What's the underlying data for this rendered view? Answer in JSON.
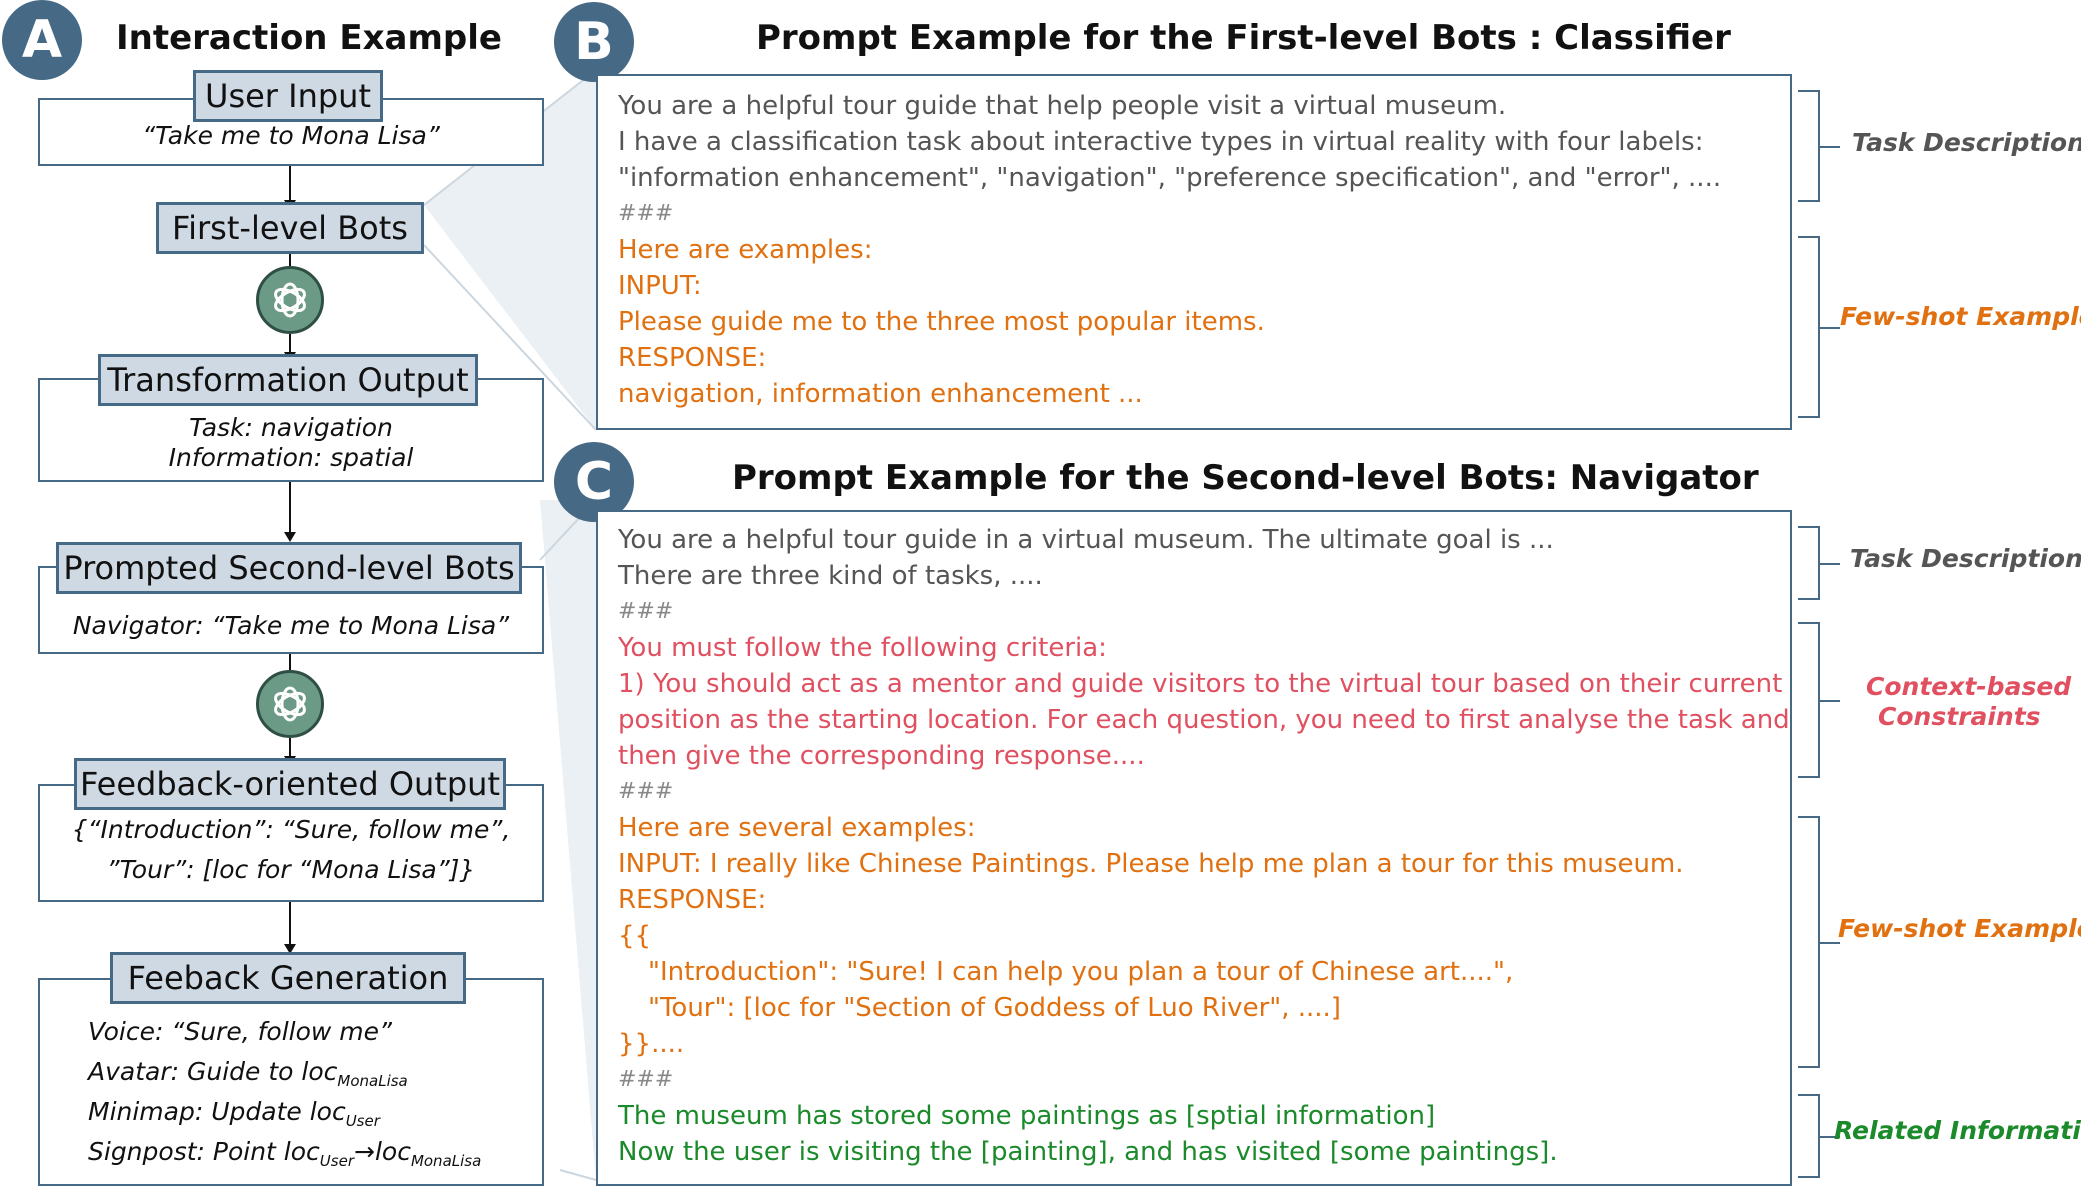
{
  "panel_a": {
    "badge": "A",
    "title": "Interaction Example",
    "user_input": {
      "label": "User Input",
      "text": "“Take me to Mona Lisa”"
    },
    "first_level": {
      "label": "First-level Bots"
    },
    "transformation": {
      "label": "Transformation Output",
      "line1": "Task: navigation",
      "line2": "Information: spatial"
    },
    "second_level": {
      "label": "Prompted Second-level Bots",
      "text": "Navigator: “Take me to Mona Lisa”"
    },
    "feedback_output": {
      "label": "Feedback-oriented Output",
      "line1": "{“Introduction”: “Sure, follow me”,",
      "line2": "”Tour”: [loc for “Mona Lisa”]}"
    },
    "generation": {
      "label": "Feeback Generation",
      "voice": "Voice: “Sure, follow me”",
      "avatar": "Avatar: Guide to loc",
      "avatar_sub": "MonaLisa",
      "minimap": "Minimap: Update loc",
      "minimap_sub": "User",
      "signpost": "Signpost: Point loc",
      "signpost_sub1": "User",
      "signpost_arrow": "→loc",
      "signpost_sub2": "MonaLisa"
    }
  },
  "panel_b": {
    "badge": "B",
    "title": "Prompt Example for the First-level Bots : Classifier",
    "lines": [
      "You are a helpful tour guide that help people visit a virtual museum.",
      "I have a classification task about interactive types in virtual reality with four labels:",
      "\"information enhancement\", \"navigation\", \"preference specification\", and \"error\", ....",
      "###",
      "Here are examples:",
      "INPUT:",
      "Please guide me to the three most popular items.",
      "RESPONSE:",
      "navigation, information enhancement ..."
    ],
    "brace_task": "Task Descriptions",
    "brace_fewshot": "Few-shot Examples"
  },
  "panel_c": {
    "badge": "C",
    "title": "Prompt Example for the Second-level Bots: Navigator",
    "lines": [
      "You are a helpful tour guide in a virtual museum. The ultimate goal is ...",
      "There are three kind of tasks, ....",
      "###",
      "You must follow the following criteria:",
      "1) You should act as a mentor and guide visitors to the virtual tour based on their current",
      "position as the starting location. For each question, you need to first analyse the task and",
      "then give the corresponding response....",
      "###",
      "Here are several examples:",
      "INPUT: I really like Chinese Paintings. Please help me plan a tour for this museum.",
      "RESPONSE:",
      "{{",
      "\"Introduction\": \"Sure! I can help you plan a tour of Chinese art....\",",
      "\"Tour\": [loc for \"Section of Goddess of Luo River\",  ....]",
      "}}....",
      "###",
      "The museum has stored some paintings as [sptial information]",
      "Now the user is visiting the [painting], and has visited [some paintings]."
    ],
    "brace_task": "Task Descriptions",
    "brace_context_1": "Context-based",
    "brace_context_2": "Constraints",
    "brace_fewshot": "Few-shot Examples",
    "brace_related": "Related Information"
  },
  "colors": {
    "accent": "#466a85",
    "label_fill": "#cfd9e3",
    "orange": "#e07010",
    "red": "#e05060",
    "green": "#1a8a2a",
    "gray": "#555555"
  }
}
